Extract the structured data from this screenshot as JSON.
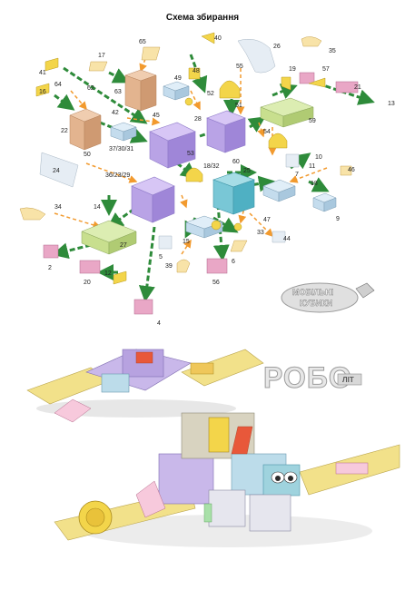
{
  "title": "Схема збирання",
  "labels": [
    "65",
    "40",
    "26",
    "35",
    "17",
    "49",
    "48",
    "55",
    "41",
    "63",
    "57",
    "19",
    "64",
    "16",
    "62",
    "52",
    "21",
    "13",
    "42",
    "45",
    "28",
    "51",
    "22",
    "59",
    "50",
    "37/30/31",
    "54",
    "10",
    "24",
    "53",
    "18/32",
    "25",
    "7",
    "46",
    "36/23/29",
    "18",
    "11",
    "34",
    "14",
    "9",
    "47",
    "33",
    "27",
    "15",
    "5",
    "39",
    "44",
    "2",
    "20",
    "6",
    "12",
    "56",
    "4",
    "60"
  ],
  "logo": {
    "line1": "МОБІЛЬНІ",
    "line2": "КУБИКИ"
  },
  "brand": {
    "name": "РОБО",
    "suffix": "ЛІТ"
  },
  "colors": {
    "arrow_green": "#2e8b3a",
    "arrow_orange": "#f29a2e",
    "violet": "#b9a3e6",
    "cyan": "#79c7d6",
    "olive": "#c8df8e",
    "pink": "#e9a7c6",
    "tan": "#e3b48f",
    "yellow": "#f3d54a"
  }
}
